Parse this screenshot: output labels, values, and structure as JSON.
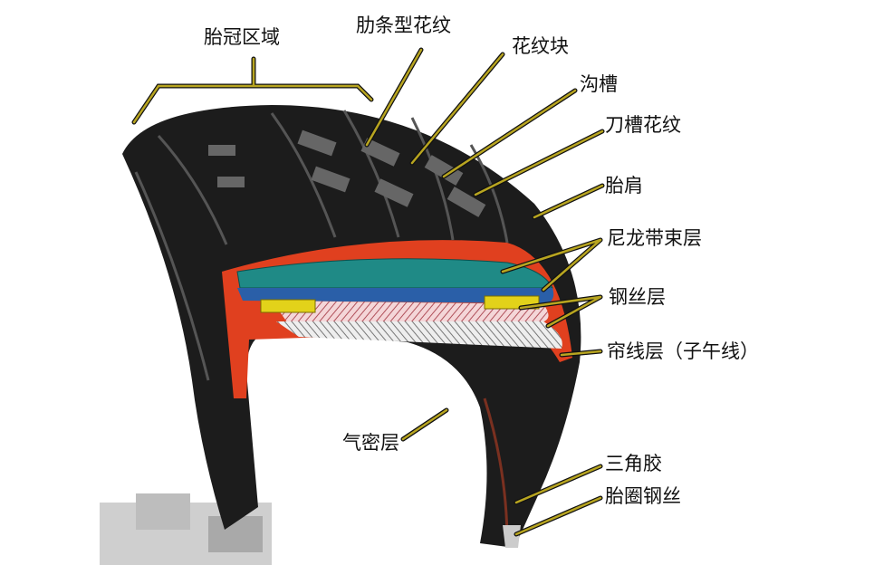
{
  "labels": {
    "crown": "胎冠区域",
    "rib_pattern": "肋条型花纹",
    "tread_block": "花纹块",
    "groove": "沟槽",
    "sipe_pattern": "刀槽花纹",
    "shoulder": "胎肩",
    "nylon_belt": "尼龙带束层",
    "steel_belt": "钢丝层",
    "ply": "帘线层（子午线）",
    "inner_liner": "气密层",
    "apex": "三角胶",
    "bead_wire": "胎圈钢丝"
  },
  "colors": {
    "tire": "#1c1c1c",
    "rubber_red": "#e0401f",
    "nylon_teal": "#1f8a86",
    "steel_blue": "#2a5fa8",
    "pad_yellow": "#e2d21a",
    "ply_pink": "#e9b4b8",
    "leader": "#9a8a1c"
  }
}
